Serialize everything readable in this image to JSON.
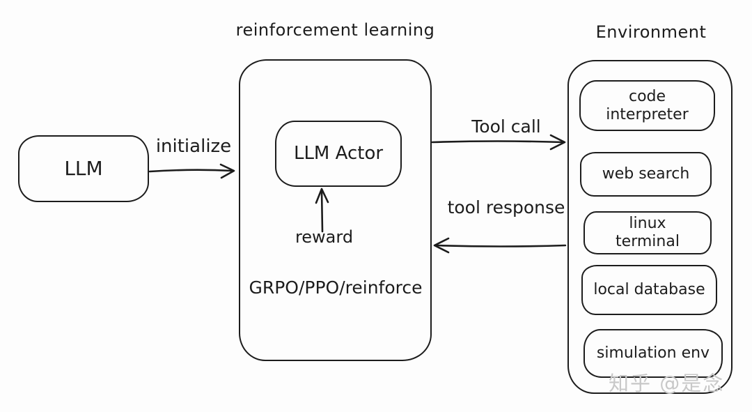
{
  "titles": {
    "rl_group": "reinforcement learning",
    "environment_group": "Environment"
  },
  "nodes": {
    "llm": "LLM",
    "llm_actor": "LLM Actor",
    "algorithms": "GRPO/PPO/reinforce"
  },
  "arrows": {
    "initialize": "initialize",
    "tool_call": "Tool call",
    "tool_response": "tool response",
    "reward": "reward"
  },
  "environment": {
    "items": [
      "code interpreter",
      "web search",
      "linux terminal",
      "local database",
      "simulation env"
    ]
  },
  "watermark": "知乎 @是念",
  "colors": {
    "ink": "#1c1c1c",
    "background": "#fdfdfd",
    "watermark_gray": "#c8c8c8"
  }
}
